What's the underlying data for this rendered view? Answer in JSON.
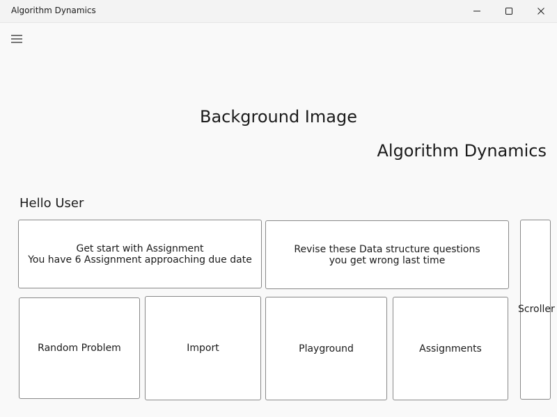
{
  "window": {
    "title": "Algorithm Dynamics",
    "controls": [
      "minimize-icon",
      "maximize-icon",
      "close-icon"
    ]
  },
  "nav": {
    "menu_icon": "hamburger-menu-icon"
  },
  "hero": {
    "background_label": "Background Image",
    "app_title": "Algorithm Dynamics"
  },
  "greeting": "Hello User",
  "featured_cards": [
    {
      "line1": "Get start with Assignment",
      "line2": "You have 6 Assignment approaching due date"
    },
    {
      "line1": "Revise these Data structure questions",
      "line2": "you get wrong last time"
    }
  ],
  "quick_actions": [
    {
      "label": "Random Problem"
    },
    {
      "label": "Import"
    },
    {
      "label": "Playground"
    },
    {
      "label": "Assignments"
    }
  ],
  "scroller": {
    "label": "Scroller"
  },
  "colors": {
    "page_background": "#f9f9f9",
    "titlebar_background": "#f3f3f3",
    "card_background": "#ffffff",
    "card_border": "#888888",
    "text": "#1a1a1a"
  }
}
